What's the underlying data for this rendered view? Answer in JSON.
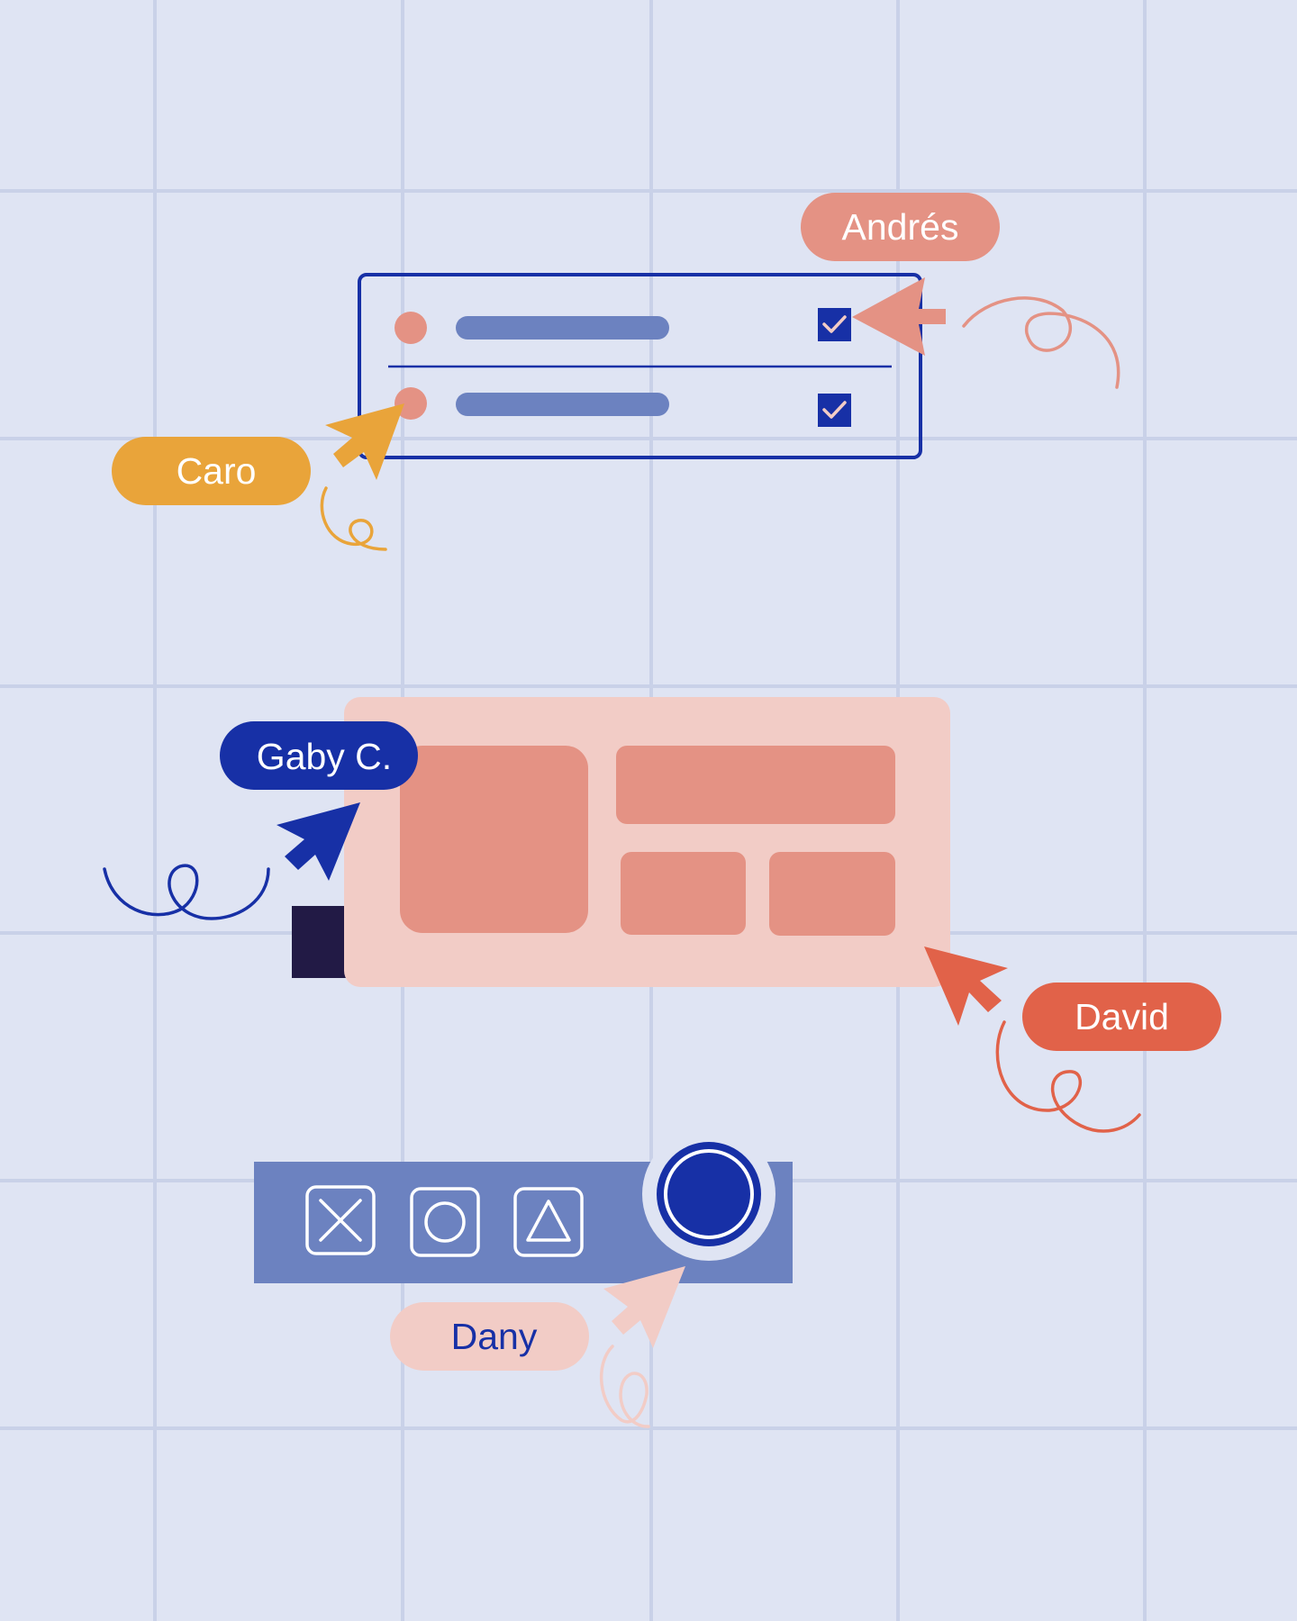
{
  "colors": {
    "background": "#DFE4F3",
    "grid": "#C9D1E8",
    "navy": "#1730A6",
    "periwinkle": "#6C82C0",
    "salmon": "#E49284",
    "light_pink": "#F2CCC6",
    "orange_yellow": "#E9A43A",
    "coral": "#E16249",
    "dark_shadow": "#221A45",
    "white": "#FFFFFF"
  },
  "collaborators": [
    {
      "name": "Andrés",
      "color": "#E49284",
      "text_color": "#FFFFFF"
    },
    {
      "name": "Caro",
      "color": "#E9A43A",
      "text_color": "#FFFFFF"
    },
    {
      "name": "Gaby C.",
      "color": "#1730A6",
      "text_color": "#FFFFFF"
    },
    {
      "name": "David",
      "color": "#E16249",
      "text_color": "#FFFFFF"
    },
    {
      "name": "Dany",
      "color": "#F2CCC6",
      "text_color": "#1730A6"
    }
  ],
  "checklist": {
    "items": [
      {
        "checked": true
      },
      {
        "checked": true
      }
    ]
  },
  "toolbar": {
    "tools": [
      "close-icon",
      "circle-icon",
      "triangle-icon"
    ],
    "record_button": "record-button"
  },
  "icons": [
    "cursor-arrow-icon",
    "squiggle-trail",
    "checkmark-icon"
  ]
}
